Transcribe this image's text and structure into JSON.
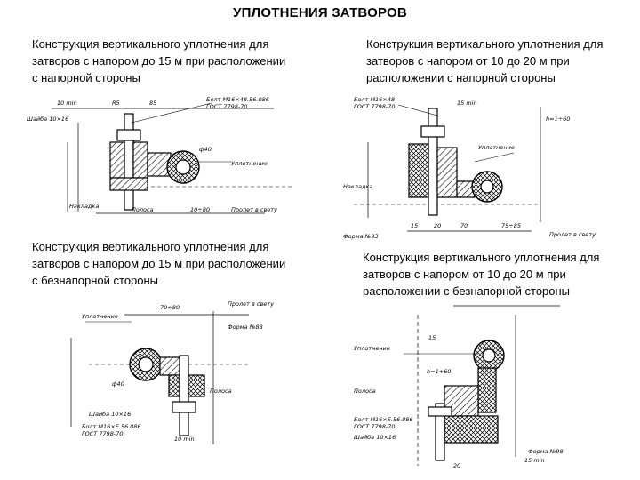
{
  "page": {
    "title": "УПЛОТНЕНИЯ ЗАТВОРОВ"
  },
  "captions": {
    "tl": [
      "Конструкция вертикального уплотнения для",
      "затворов с напором до 15 м при расположении",
      "с напорной стороны"
    ],
    "tr": [
      "Конструкция вертикального уплотнения для",
      "затворов с напором от 10 до 20 м при",
      "расположении с напорной стороны"
    ],
    "bl": [
      "Конструкция вертикального уплотнения для",
      "затворов с напором до 15 м при расположении",
      "с безнапорной стороны"
    ],
    "br": [
      "Конструкция вертикального уплотнения для",
      "затворов с напором от 10 до 20 м при",
      "расположении с безнапорной стороны"
    ]
  },
  "drawings": {
    "tl": {
      "labels": [
        "Болт М16×48.56.086",
        "ГОСТ 7798-70",
        "10 min",
        "Шайба 10×16",
        "R5",
        "85",
        "Уплотнение",
        "Накладка",
        "Полоса",
        "10÷80",
        "Пролет в свету",
        "ф40"
      ]
    },
    "tr": {
      "labels": [
        "Болт М16×48",
        "ГОСТ 7798-70",
        "15 min",
        "Уплотнение",
        "Накладка",
        "15",
        "20",
        "70",
        "75÷85",
        "Пролет в свету",
        "Форма №93",
        "h=1÷60"
      ]
    },
    "bl": {
      "labels": [
        "Уплотнение",
        "70÷80",
        "Пролет в свету",
        "Форма №88",
        "ф40",
        "Шайба 10×16",
        "Болт М16×Е.56.086",
        "ГОСТ 7798-70",
        "10 min",
        "Полоса"
      ]
    },
    "br": {
      "labels": [
        "Уплотнение",
        "Полоса",
        "Болт М16×Е.56.086",
        "ГОСТ 7798-70",
        "Шайба 10×16",
        "Форма №98",
        "15 min",
        "h=1÷60",
        "20",
        "15"
      ]
    }
  }
}
